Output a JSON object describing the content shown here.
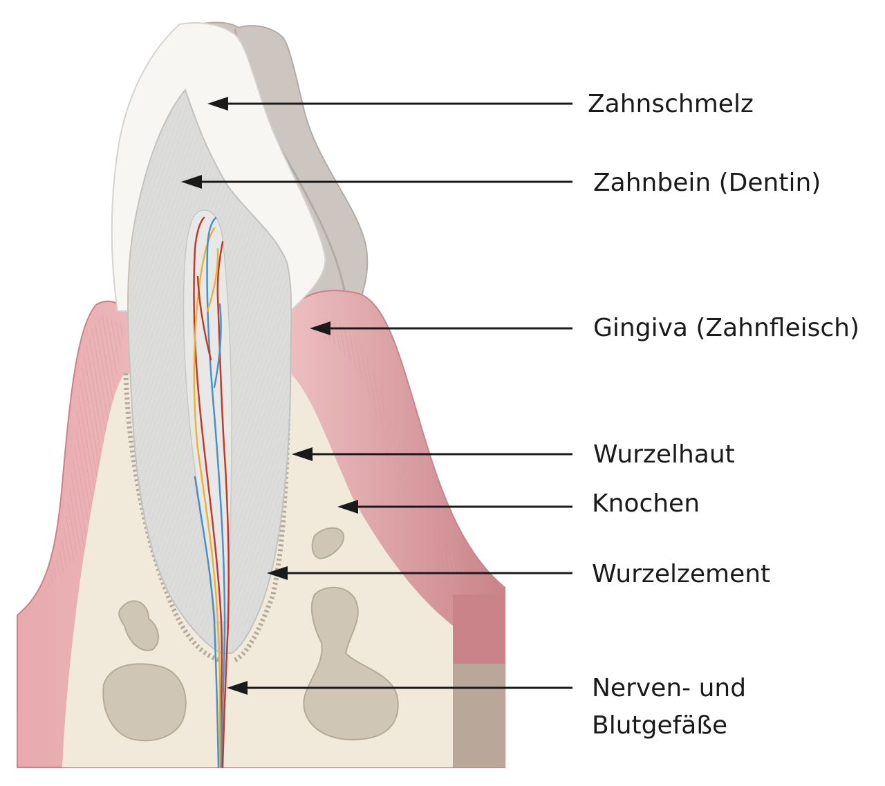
{
  "labels": {
    "zahnschmelz": "Zahnschmelz",
    "zahnbein": "Zahnbein (Dentin)",
    "gingiva": "Gingiva (Zahnfleisch)",
    "wurzelhaut": "Wurzelhaut",
    "knochen": "Knochen",
    "wurzelzement": "Wurzelzement",
    "nerven_line1": "Nerven- und",
    "nerven_line2": "Blutgefäße"
  },
  "colors": {
    "enamel": "#f7f6f3",
    "dentin": "#dcdcdb",
    "neighbor_tooth": "#cdc6c0",
    "gum": "#e9b3b5",
    "gum_dark": "#c9878d",
    "bone": "#f1eadb",
    "bone_cavity": "#cfc6b5",
    "nerve_red": "#c0392b",
    "nerve_yellow": "#e6b43a",
    "nerve_blue": "#4a90c8",
    "label_text": "#1a1a1a"
  }
}
